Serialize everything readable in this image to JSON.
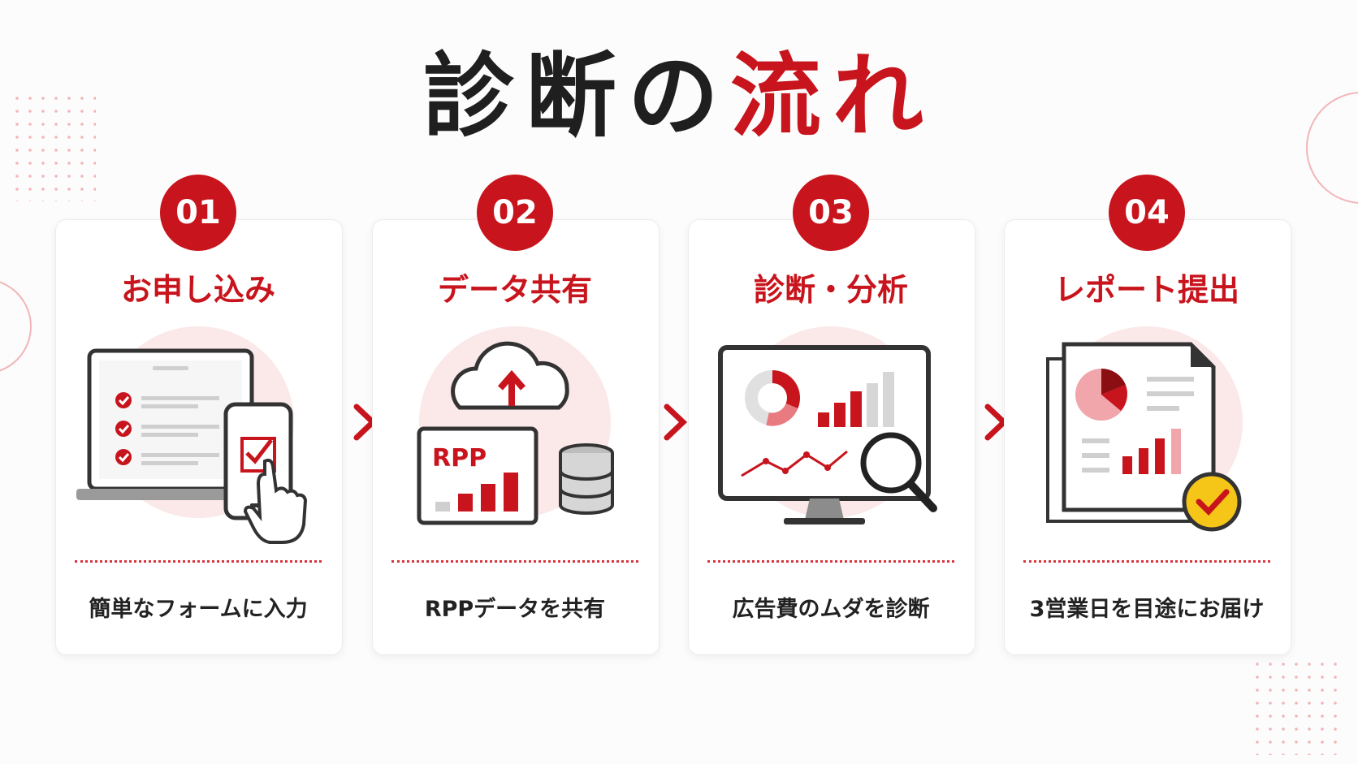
{
  "title": {
    "dark": "診断の",
    "red": "流れ"
  },
  "steps": [
    {
      "num": "01",
      "label": "お申し込み",
      "desc": "簡単なフォームに入力"
    },
    {
      "num": "02",
      "label": "データ共有",
      "desc": "RPPデータを共有",
      "sign": "RPP"
    },
    {
      "num": "03",
      "label": "診断・分析",
      "desc": "広告費のムダを診断"
    },
    {
      "num": "04",
      "label": "レポート提出",
      "desc": "3営業日を目途にお届け"
    }
  ],
  "colors": {
    "accent": "#c8141c",
    "text": "#222222",
    "check_badge": "#f5c518"
  }
}
